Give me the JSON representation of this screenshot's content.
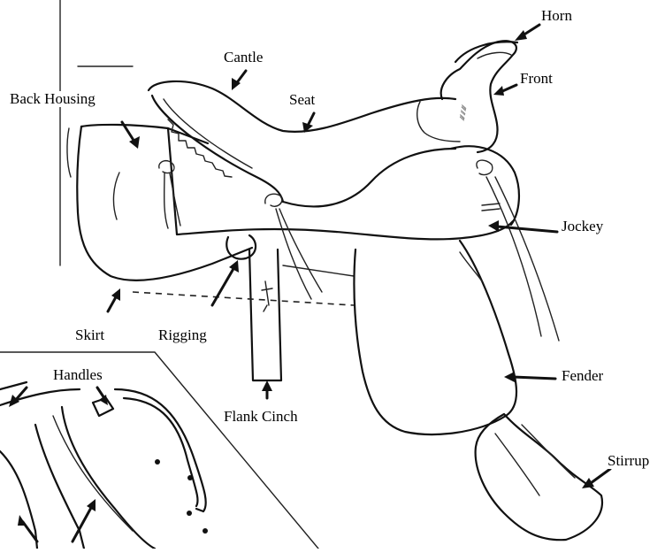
{
  "labels": {
    "horn": "Horn",
    "cantle": "Cantle",
    "front": "Front",
    "back_housing": "Back Housing",
    "seat": "Seat",
    "jockey": "Jockey",
    "skirt": "Skirt",
    "rigging": "Rigging",
    "fender": "Fender",
    "handles": "Handles",
    "flank_cinch": "Flank Cinch",
    "stirrup": "Stirrup"
  }
}
